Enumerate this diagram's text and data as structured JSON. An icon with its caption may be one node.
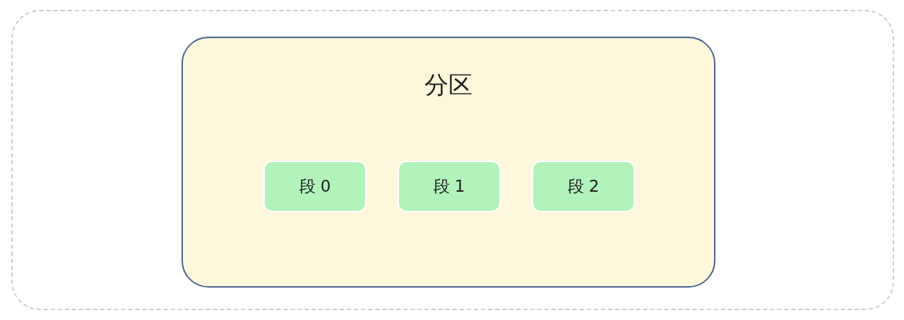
{
  "diagram": {
    "nodes": [
      {
        "text": [],
        "shape": "box"
      },
      {
        "text": [
          "分区"
        ],
        "in": 0
      },
      {
        "text": [
          "段 0"
        ],
        "in": 1
      },
      {
        "text": [
          "段 1"
        ],
        "in": 1
      },
      {
        "text": [
          "段 2"
        ],
        "in": 1
      }
    ]
  }
}
